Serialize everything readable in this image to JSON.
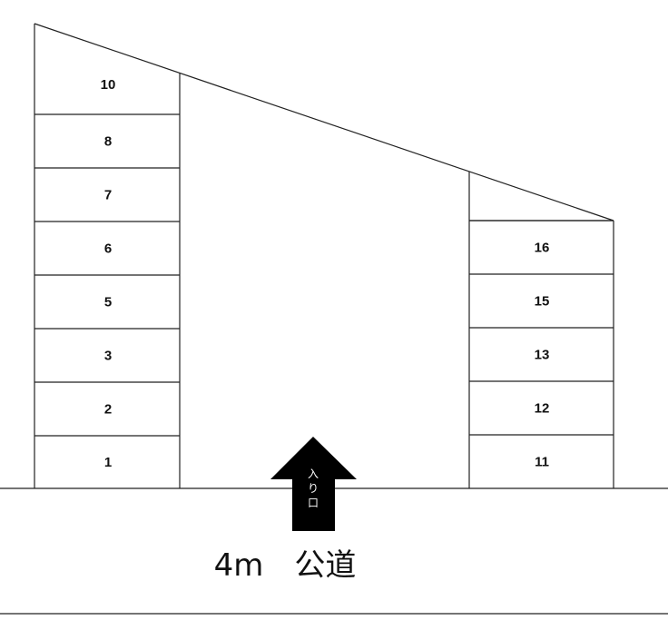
{
  "colors": {
    "line": "#222222",
    "arrow": "#000000",
    "background": "#ffffff"
  },
  "left_column": {
    "lots": [
      "10",
      "8",
      "7",
      "6",
      "5",
      "3",
      "2",
      "1"
    ]
  },
  "right_column": {
    "lots": [
      "16",
      "15",
      "13",
      "12",
      "11"
    ]
  },
  "entrance": {
    "label_chars": [
      "入",
      "り",
      "口"
    ],
    "icon": "up-arrow-icon"
  },
  "road": {
    "label": "4m　公道"
  }
}
